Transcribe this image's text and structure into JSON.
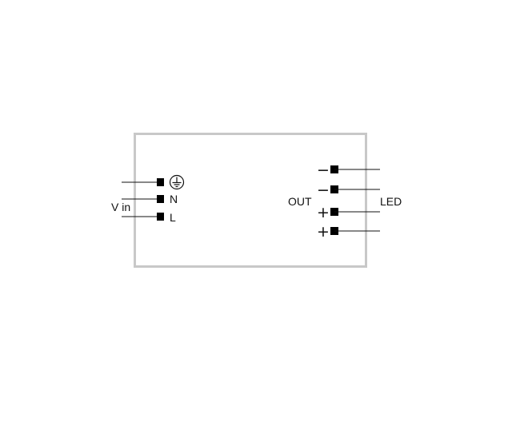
{
  "input": {
    "group_label": "V in",
    "terminals": [
      {
        "symbol": "earth-ground",
        "label": ""
      },
      {
        "symbol": "",
        "label": "N"
      },
      {
        "symbol": "",
        "label": "L"
      }
    ]
  },
  "output": {
    "inner_label": "OUT",
    "outer_label": "LED",
    "terminals": [
      {
        "symbol": "−"
      },
      {
        "symbol": "−"
      },
      {
        "symbol": "+"
      },
      {
        "symbol": "+"
      }
    ]
  },
  "colors": {
    "housing_border": "#c8c8c8",
    "lines": "#111111",
    "terminal_fill": "#000000"
  }
}
